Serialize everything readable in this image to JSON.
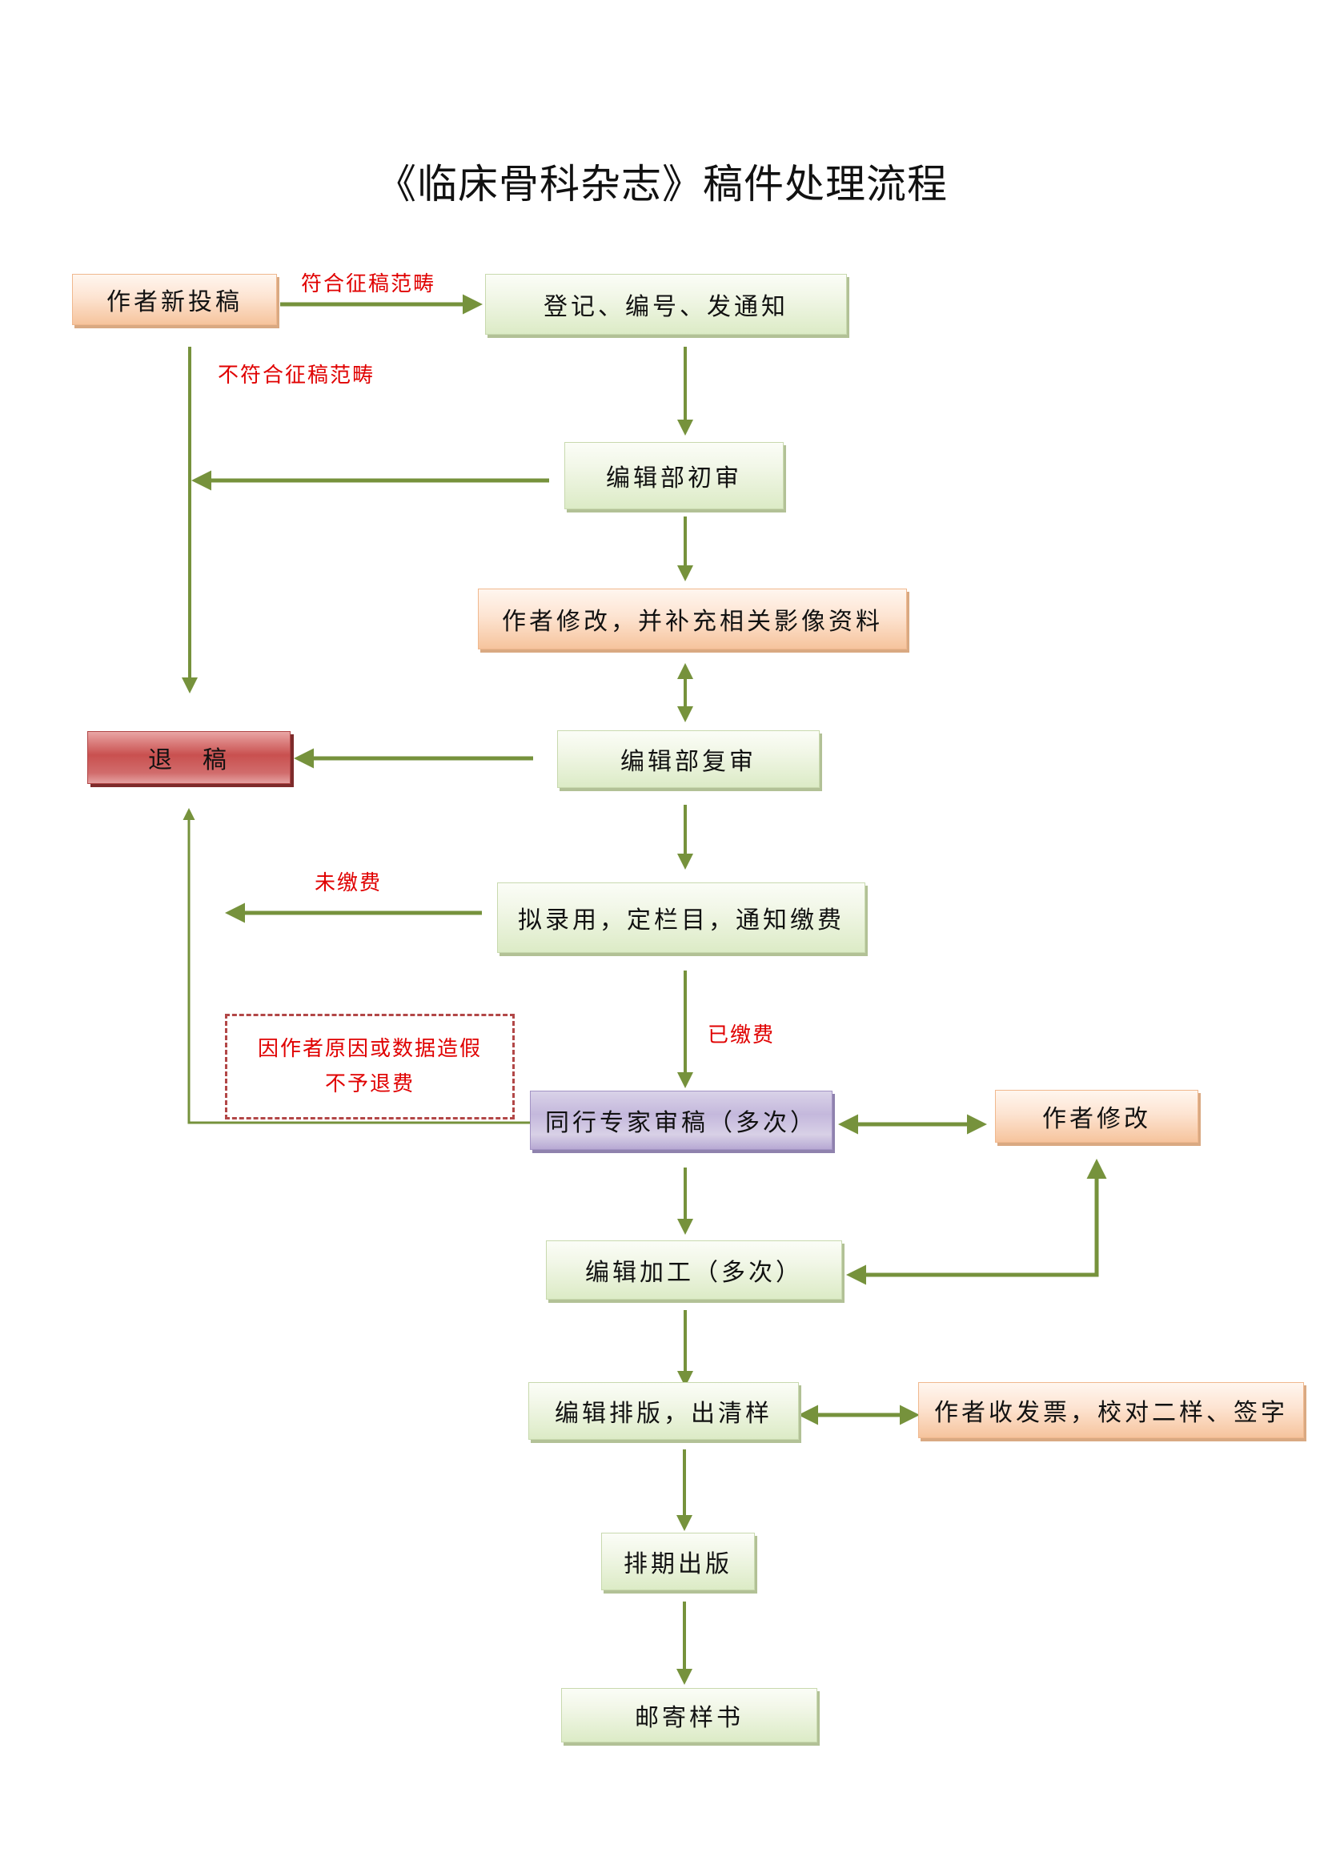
{
  "title": "《临床骨科杂志》稿件处理流程",
  "colors": {
    "connector": "#76923c",
    "annotation_text": "#e00000",
    "green_box": "#dcebc6",
    "orange_box": "#f6c49d",
    "red_box": "#c9504f",
    "purple_box": "#c4b8dc"
  },
  "nodes": {
    "author_submit": "作者新投稿",
    "register": "登记、编号、发通知",
    "initial_review": "编辑部初审",
    "author_revise_supplement": "作者修改，并补充相关影像资料",
    "reject": "退　稿",
    "second_review": "编辑部复审",
    "tentative_accept": "拟录用，定栏目，通知缴费",
    "peer_review": "同行专家审稿（多次）",
    "author_revise": "作者修改",
    "editing": "编辑加工（多次）",
    "typesetting": "编辑排版，出清样",
    "author_proof": "作者收发票，校对二样、签字",
    "publish": "排期出版",
    "mail_copies": "邮寄样书"
  },
  "edge_labels": {
    "in_scope": "符合征稿范畴",
    "out_of_scope": "不符合征稿范畴",
    "unpaid": "未缴费",
    "paid": "已缴费"
  },
  "note": {
    "line1": "因作者原因或数据造假",
    "line2": "不予退费"
  }
}
